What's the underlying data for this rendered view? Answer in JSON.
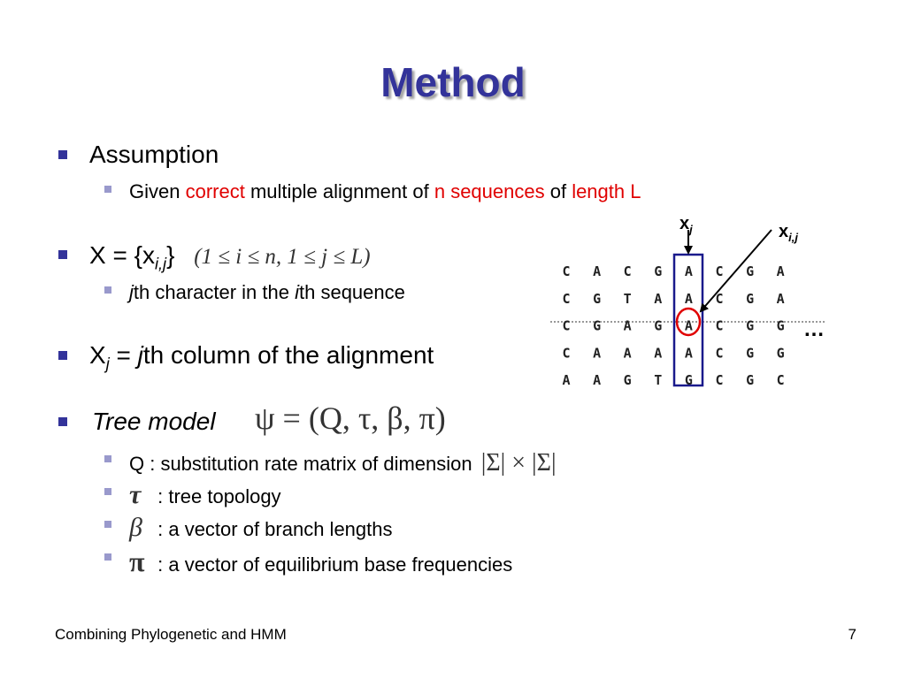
{
  "title": "Method",
  "assumption": {
    "heading": "Assumption",
    "given": {
      "p1": "Given ",
      "correct": "correct",
      "p2": " multiple alignment of ",
      "nseq": "n sequences",
      "p3": " of ",
      "length": "length L"
    }
  },
  "x_def": {
    "prefix": "X = {x",
    "sub": "i,j",
    "suffix": "}",
    "range": "(1 ≤ i ≤ n, 1 ≤ j ≤ L)",
    "desc_j": "j",
    "desc_mid": "th character in the ",
    "desc_i": "i",
    "desc_end": "th sequence"
  },
  "xj_def": {
    "x": "X",
    "sub": "j",
    "eq": " = ",
    "j": "j",
    "rest": "th column of the alignment"
  },
  "tree": {
    "label": "Tree model",
    "psi": "ψ = (Q, τ, β, π)",
    "items": [
      {
        "sym": "",
        "text": "Q : substitution rate matrix of dimension",
        "math": "|Σ| × |Σ|"
      },
      {
        "sym": "τ",
        "text": ": tree topology"
      },
      {
        "sym": "β",
        "text": ": a vector of branch lengths"
      },
      {
        "sym": "π",
        "text": ": a vector of equilibrium base frequencies"
      }
    ]
  },
  "alignment": {
    "rows": [
      [
        "C",
        "A",
        "C",
        "G",
        "A",
        "C",
        "G",
        "A"
      ],
      [
        "C",
        "G",
        "T",
        "A",
        "A",
        "C",
        "G",
        "A"
      ],
      [
        "C",
        "G",
        "A",
        "G",
        "A",
        "C",
        "G",
        "G"
      ],
      [
        "C",
        "A",
        "A",
        "A",
        "A",
        "C",
        "G",
        "G"
      ],
      [
        "A",
        "A",
        "G",
        "T",
        "G",
        "C",
        "G",
        "C"
      ]
    ],
    "label_xj": "x",
    "label_xj_sub": "j",
    "label_xij": "x",
    "label_xij_sub": "i,j",
    "ellipsis": "…",
    "highlight_col": 4,
    "highlight_row": 2,
    "column_color": "#1a1a8c",
    "circle_color": "#e00000"
  },
  "footer": {
    "left": "Combining Phylogenetic and HMM",
    "page": "7"
  }
}
